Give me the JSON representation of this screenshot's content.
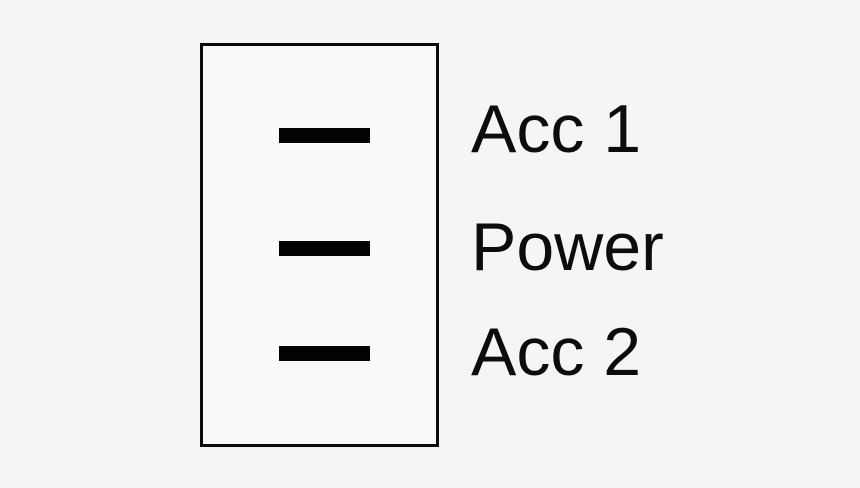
{
  "colors": {
    "page_background": "#f4f5f4",
    "panel_fill": "#f8f9f8",
    "panel_border": "#0b0b0b",
    "bar": "#030303",
    "text": "#0c0c0c"
  },
  "switch": {
    "positions": [
      {
        "label": "Acc 1"
      },
      {
        "label": "Power"
      },
      {
        "label": "Acc 2"
      }
    ]
  }
}
